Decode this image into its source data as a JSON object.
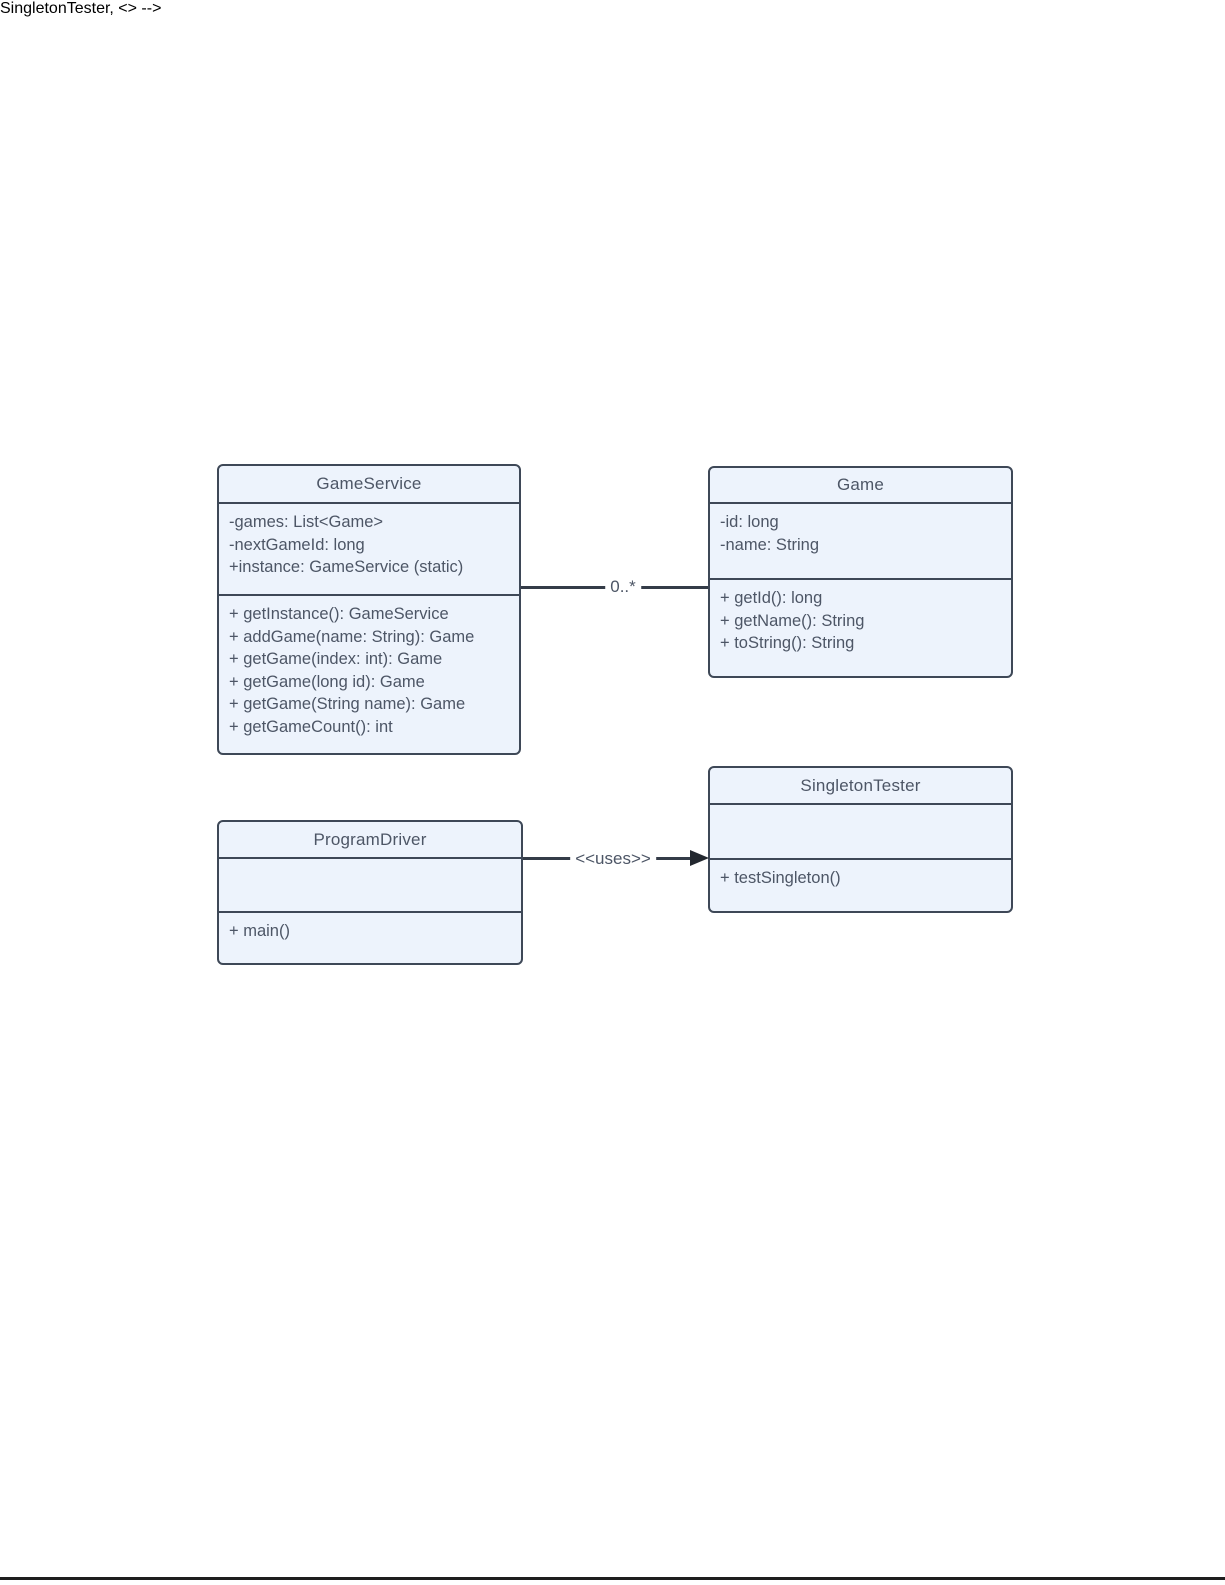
{
  "classes": [
    {
      "name": "GameService",
      "attributes": [
        "-games: List<Game>",
        "-nextGameId: long",
        "+instance: GameService (static)"
      ],
      "methods": [
        "+ getInstance(): GameService",
        "+ addGame(name: String): Game",
        "+ getGame(index: int): Game",
        "+ getGame(long id): Game",
        "+ getGame(String name): Game",
        "+ getGameCount(): int"
      ]
    },
    {
      "name": "Game",
      "attributes": [
        "-id: long",
        "-name: String"
      ],
      "methods": [
        "+ getId(): long",
        "+ getName(): String",
        "+ toString(): String"
      ]
    },
    {
      "name": "ProgramDriver",
      "attributes": [],
      "methods": [
        "+ main()"
      ]
    },
    {
      "name": "SingletonTester",
      "attributes": [],
      "methods": [
        "+ testSingleton()"
      ]
    }
  ],
  "relationships": [
    {
      "from": "GameService",
      "to": "Game",
      "label": "0..*",
      "type": "association",
      "arrow": "none"
    },
    {
      "from": "ProgramDriver",
      "to": "SingletonTester",
      "label": "<<uses>>",
      "type": "directed-association",
      "arrow": "filled-triangle-right"
    }
  ],
  "colors": {
    "box_fill": "#edf3fc",
    "box_border": "#3e4857",
    "text": "#4d5666",
    "line": "#343c48"
  }
}
